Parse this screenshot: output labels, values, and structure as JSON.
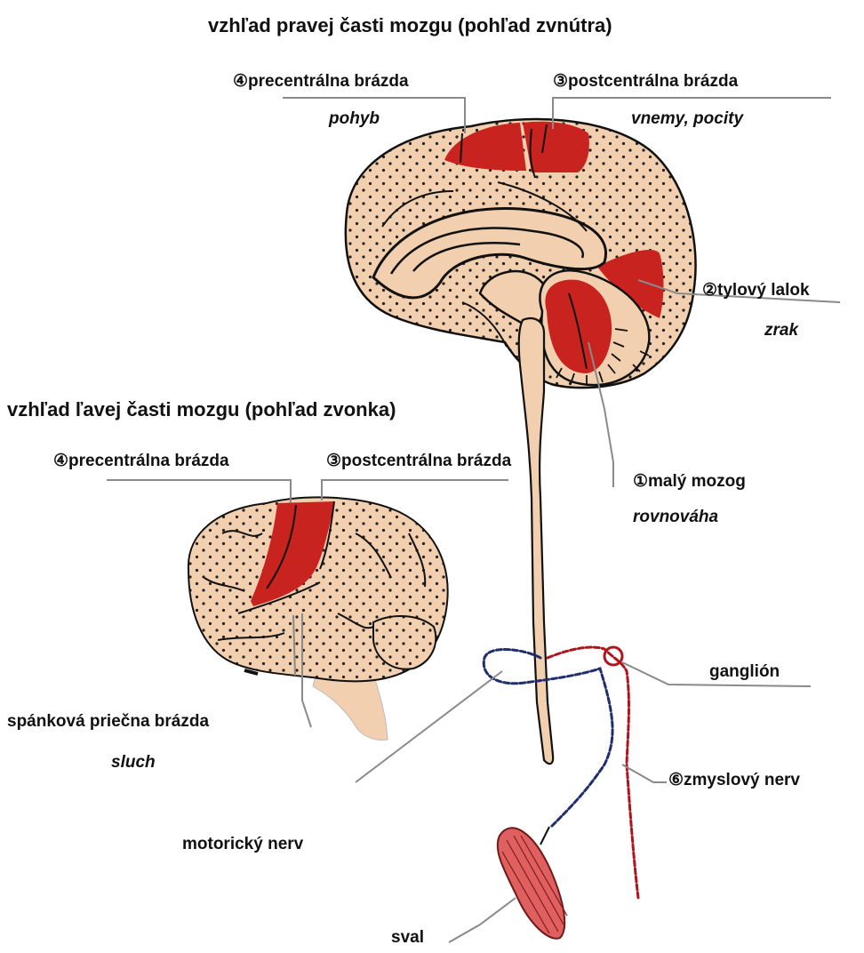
{
  "title_right": "vzhľad pravej časti mozgu (pohľad zvnútra)",
  "title_left": "vzhľad ľavej časti mozgu (pohľad zvonka)",
  "right_brain": {
    "precentral": {
      "label": "④precentrálna brázda",
      "function": "pohyb"
    },
    "postcentral": {
      "label": "③postcentrálna brázda",
      "function": "vnemy, pocity"
    },
    "occipital": {
      "label": "②tylový lalok",
      "function": "zrak"
    },
    "cerebellum": {
      "label": "①malý mozog",
      "function": "rovnováha"
    }
  },
  "left_brain": {
    "precentral": {
      "label": "④precentrálna brázda"
    },
    "postcentral": {
      "label": "③postcentrálna brázda"
    },
    "temporal": {
      "label": "spánková priečna brázda",
      "function": "sluch"
    }
  },
  "nerves": {
    "ganglion": "ganglión",
    "sensory": "⑥zmyslový nerv",
    "motor": "motorický nerv",
    "muscle": "sval"
  },
  "colors": {
    "tissue": "#f2cfae",
    "active_area": "#c8231e",
    "outline": "#111111",
    "motor_nerve": "#1f2e6e",
    "sensory_nerve": "#b0141e",
    "leader_line": "#8a8a8a"
  }
}
